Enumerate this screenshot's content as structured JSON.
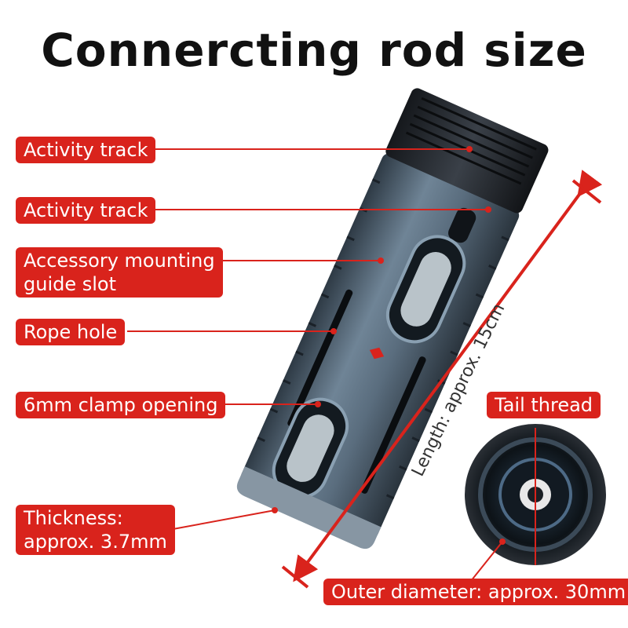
{
  "title": "Connercting rod size",
  "labels": {
    "activity_track_1": "Activity track",
    "activity_track_2": "Activity track",
    "accessory_slot_line1": "Accessory mounting",
    "accessory_slot_line2": "guide slot",
    "rope_hole": "Rope hole",
    "clamp_opening": "6mm clamp opening",
    "thickness_line1": "Thickness:",
    "thickness_line2": "approx. 3.7mm",
    "tail_thread": "Tail thread",
    "outer_diameter": "Outer diameter: approx. 30mm",
    "length": "Length: approx. 15cm"
  },
  "colors": {
    "accent": "#d9231c",
    "rod_body": "#5a6d7e",
    "rod_cap": "#1f2328"
  }
}
